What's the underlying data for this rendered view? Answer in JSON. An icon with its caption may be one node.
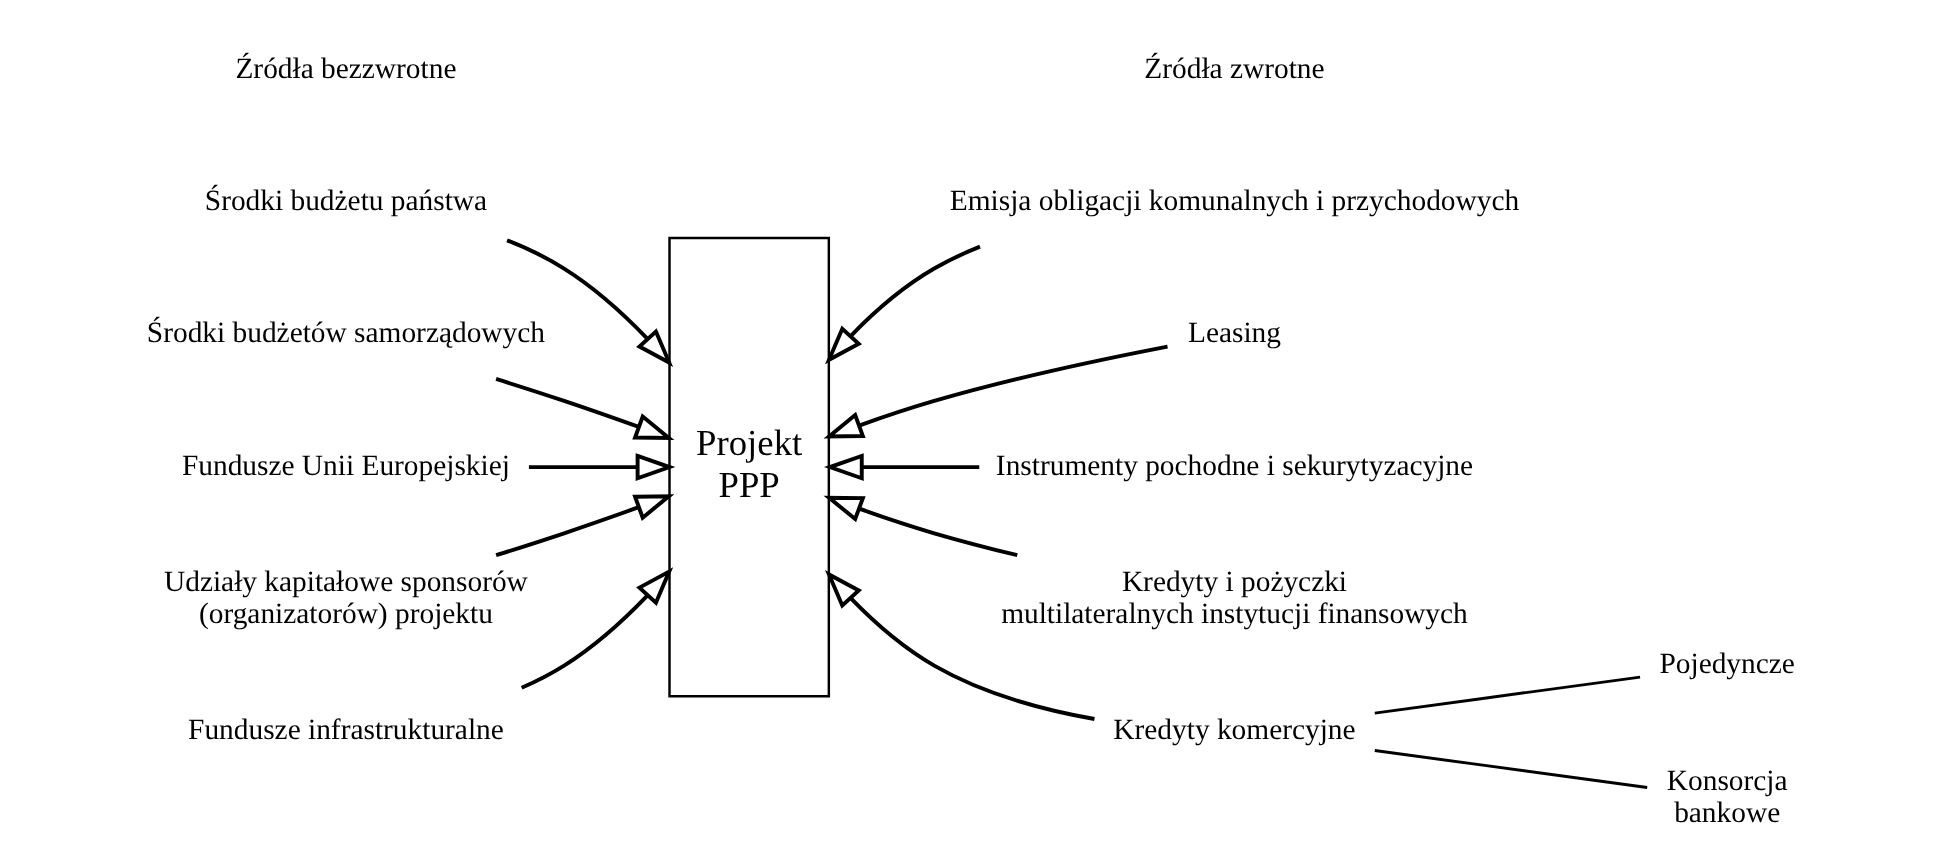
{
  "diagram": {
    "nodes": [
      {
        "text": [
          "Środki budżetu państwa"
        ]
      },
      {
        "text": [
          "Środki budżetów samorządowych"
        ]
      },
      {
        "text": [
          "Fundusze Unii Europejskiej"
        ]
      },
      {
        "text": [
          "Udziały kapitałowe sponsorów (organizatorów) projektu"
        ]
      },
      {
        "text": [
          "Fundusze infrastrukturalne"
        ]
      },
      {
        "text": [
          "Projekt PPP"
        ]
      },
      {
        "text": [
          "Emisja obligacji komunalnych i przychodowych"
        ]
      },
      {
        "text": [
          "Leasing"
        ]
      },
      {
        "text": [
          "Instrumenty pochodne i sekurytyzacyjne"
        ]
      },
      {
        "text": [
          "Kredyty i pożyczki multilateralnych instytucji finansowych"
        ]
      },
      {
        "text": [
          "Kredyty komercyjne"
        ]
      },
      {
        "text": [
          "Pojedyncze"
        ]
      },
      {
        "text": [
          "Konsorcja bankowe"
        ]
      }
    ],
    "edges": [
      {
        "from": 0,
        "to": 5,
        "arrow": "to"
      },
      {
        "from": 1,
        "to": 5,
        "arrow": "to"
      },
      {
        "from": 2,
        "to": 5,
        "arrow": "to"
      },
      {
        "from": 3,
        "to": 5,
        "arrow": "to"
      },
      {
        "from": 4,
        "to": 5,
        "arrow": "to"
      },
      {
        "from": 6,
        "to": 5,
        "arrow": "to"
      },
      {
        "from": 7,
        "to": 5,
        "arrow": "to"
      },
      {
        "from": 8,
        "to": 5,
        "arrow": "to"
      },
      {
        "from": 9,
        "to": 5,
        "arrow": "to"
      },
      {
        "from": 10,
        "to": 5,
        "arrow": "to"
      },
      {
        "from": 10,
        "to": 11,
        "arrow": "none"
      },
      {
        "from": 10,
        "to": 12,
        "arrow": "none"
      }
    ],
    "labels": [
      "Źródła bezzwrotne",
      "Źródła zwrotne"
    ]
  }
}
